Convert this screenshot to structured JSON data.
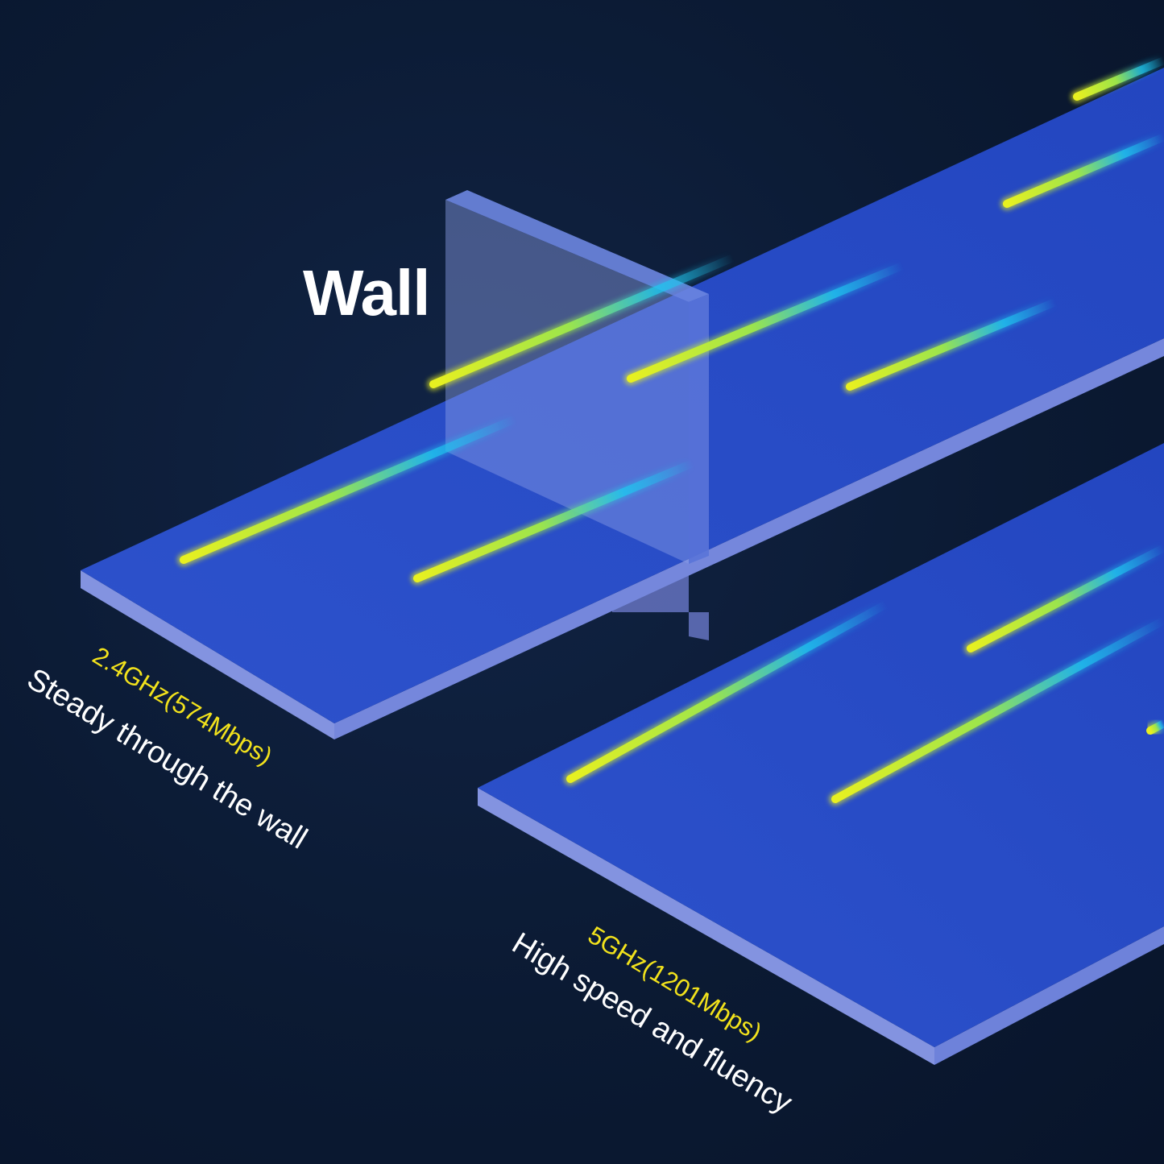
{
  "wall_label": "Wall",
  "band_24": {
    "frequency": "2.4GHz(574Mbps)",
    "description": "Steady through the wall"
  },
  "band_5": {
    "frequency": "5GHz(1201Mbps)",
    "description": "High speed and fluency"
  },
  "colors": {
    "background": "#0b1a33",
    "platform": "#2a4fc8",
    "platform_edge": "#7d8fe0",
    "label_accent": "#f2e21c",
    "streak_head": "#e8f020",
    "streak_tail": "#1fc8f0"
  }
}
